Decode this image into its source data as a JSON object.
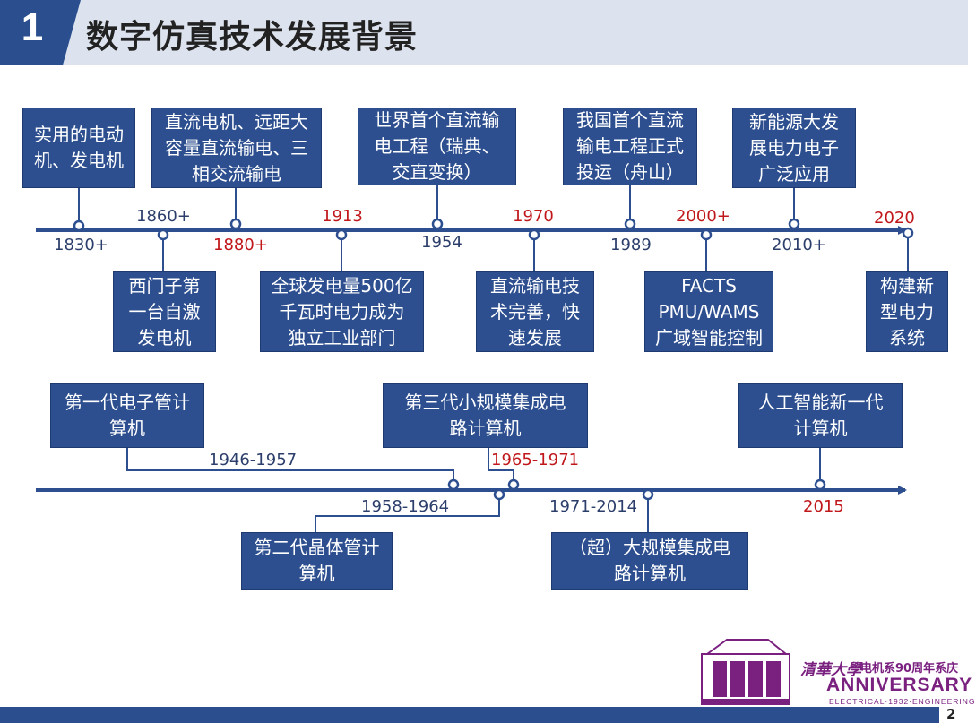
{
  "header": {
    "number": "1",
    "title": "数字仿真技术发展背景"
  },
  "timeline1": {
    "top_events": [
      {
        "text": "实用的电动\n机、发电机",
        "year": "1830+",
        "year_color": "blue"
      },
      {
        "text": "直流电机、远距大\n容量直流输电、三\n相交流输电",
        "year": "1880+",
        "year_color": "red"
      },
      {
        "text": "世界首个直流输\n电工程（瑞典、\n交直变换）",
        "year": "1954",
        "year_color": "blue"
      },
      {
        "text": "我国首个直流\n输电工程正式\n投运（舟山）",
        "year": "1989",
        "year_color": "blue"
      },
      {
        "text": "新能源大发\n展电力电子\n广泛应用",
        "year": "2010+",
        "year_color": "blue"
      }
    ],
    "bottom_events": [
      {
        "text": "西门子第\n一台自激\n发电机",
        "year": "1860+",
        "year_color": "blue"
      },
      {
        "text": "全球发电量500亿\n千瓦时电力成为\n独立工业部门",
        "year": "1913",
        "year_color": "red"
      },
      {
        "text": "直流输电技\n术完善，快\n速发展",
        "year": "1970",
        "year_color": "red"
      },
      {
        "text": "FACTS\nPMU/WAMS\n广域智能控制",
        "year": "2000+",
        "year_color": "red"
      },
      {
        "text": "构建新\n型电力\n系统",
        "year": "2020",
        "year_color": "red"
      }
    ]
  },
  "timeline2": {
    "events": [
      {
        "text": "第一代电子管计\n算机",
        "period": "1946-1957",
        "color": "blue"
      },
      {
        "text": "第二代晶体管计\n算机",
        "period": "1958-1964",
        "color": "blue"
      },
      {
        "text": "第三代小规模集成电\n路计算机",
        "period": "1965-1971",
        "color": "red"
      },
      {
        "text": "（超）大规模集成电\n路计算机",
        "period": "1971-2014",
        "color": "blue"
      },
      {
        "text": "人工智能新一代\n计算机",
        "period": "2015",
        "color": "red"
      }
    ]
  },
  "logo": {
    "cn_name": "清華大學",
    "dept": "电机系90周年系庆",
    "anniversary": "ANNIVERSARY",
    "sub": "ELECTRICAL·1932·ENGINEERING"
  },
  "page_number": "2",
  "colors": {
    "primary": "#2d4f8f",
    "red": "#c0171b",
    "accent_purple": "#7a2180"
  }
}
